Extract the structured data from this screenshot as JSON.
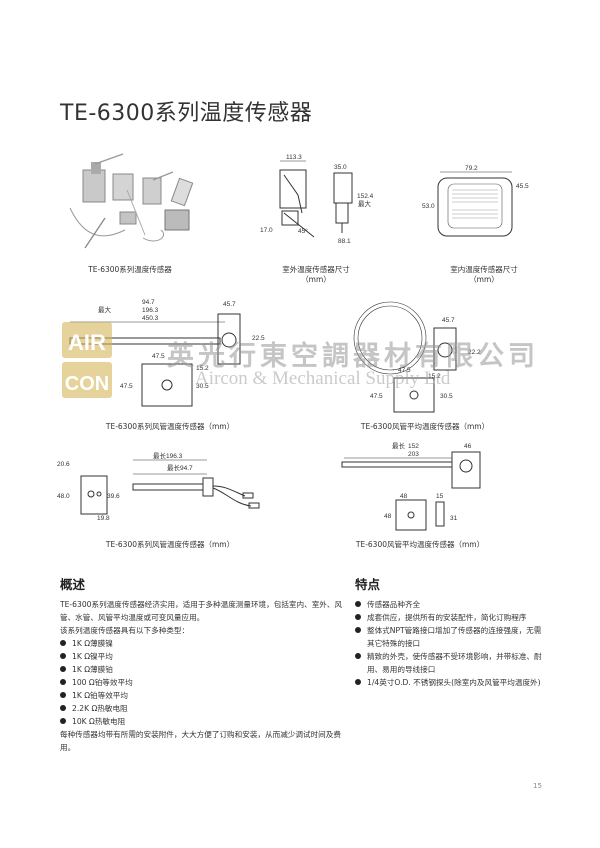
{
  "title": "TE-6300系列温度传感器",
  "captions": {
    "product": "TE-6300系列温度传感器",
    "outdoor": [
      "室外温度传感器尺寸",
      "（mm）"
    ],
    "indoor": [
      "室内温度传感器尺寸",
      "（mm）"
    ],
    "duct": "TE-6300系列风管温度传感器（mm）",
    "duct_avg_1": "TE-6300风管平均温度传感器（mm）",
    "well": "TE-6300系列风管温度传感器（mm）",
    "duct_avg_2": "TE-6300风管平均温度传感器（mm）"
  },
  "dims": {
    "outdoor": {
      "w": "113.3",
      "top": "35.0",
      "h": "152.4",
      "h_note": "最大",
      "bottom": "88.1",
      "left": "17.0",
      "angle": "45°"
    },
    "indoor": {
      "w": "79.2",
      "h": "53.0",
      "side": "45.5"
    },
    "duct": {
      "max": "最大",
      "l1": "94.7",
      "l2": "196.3",
      "l3": "450.3",
      "d1": "45.7",
      "d2": "22.5",
      "w": "47.5",
      "h": "47.5",
      "a": "15.2",
      "b": "30.5"
    },
    "duct_avg": {
      "d1": "45.7",
      "d2": "22.2",
      "w": "47.5",
      "a": "15.2",
      "h": "47.5",
      "b": "30.5"
    },
    "well": {
      "a": "20.6",
      "b": "48.0",
      "c": "39.6",
      "d": "19.8",
      "max1": "最长196.3",
      "max2": "最长94.7"
    },
    "duct_avg_2": {
      "max": "最长",
      "l1": "152",
      "l2": "203",
      "d": "46",
      "a": "48",
      "b": "15",
      "c": "48",
      "e": "31"
    }
  },
  "watermark": {
    "cn": "英光行東空調器材有限公司",
    "en": "Aircon & Mechanical Supply Ltd",
    "logo_top": "AIR",
    "logo_bottom": "CON"
  },
  "overview": {
    "heading": "概述",
    "intro": "TE-6300系列温度传感器经济实用，适用于多种温度测量环境，包括室内、室外、风管、水管、风管平均温度或可变风量应用。",
    "types_intro": "该系列温度传感器具有以下多种类型：",
    "types": [
      "1K Ω薄膜镍",
      "1K Ω镍平均",
      "1K Ω薄膜铂",
      "100 Ω铂等效平均",
      "1K Ω铂等效平均",
      "2.2K Ω热敏电阻",
      "10K Ω热敏电阻"
    ],
    "footer": "每种传感器均带有所需的安装附件，大大方便了订购和安装，从而减少调试时间及费用。"
  },
  "features": {
    "heading": "特点",
    "items": [
      "传感器品种齐全",
      "成套供应，提供所有的安装配件，简化订购程序",
      "整体式NPT管路接口增加了传感器的连接强度，无需其它特殊的接口",
      "精致的外壳，使传感器不受环境影响，并带标准、耐用、易用的导线接口",
      "1/4英寸O.D. 不锈钢探头(除室内及风管平均温度外)"
    ]
  },
  "page_number": "15"
}
